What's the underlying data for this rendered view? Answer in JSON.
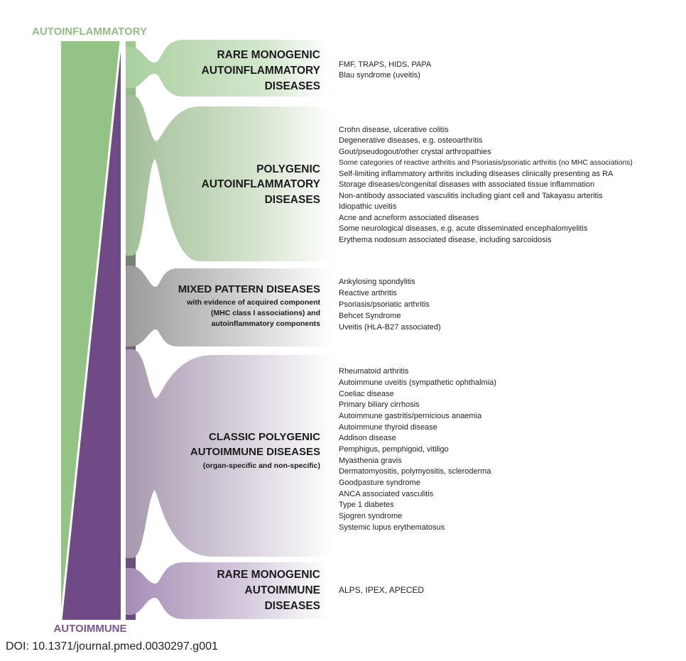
{
  "axis": {
    "top_label": "AUTOINFLAMMATORY",
    "bottom_label": "AUTOIMMUNE",
    "top_color": "#8fbf7f",
    "bottom_color": "#7a5590"
  },
  "categories": [
    {
      "id": "rare-monogenic-autoinflammatory",
      "title_lines": [
        "RARE MONOGENIC",
        "AUTOINFLAMMATORY",
        "DISEASES"
      ],
      "subtitle_lines": [],
      "color": "#a9cf9f",
      "items": [
        "FMF, TRAPS, HIDS, PAPA",
        "Blau syndrome (uveitis)"
      ]
    },
    {
      "id": "polygenic-autoinflammatory",
      "title_lines": [
        "POLYGENIC",
        "AUTOINFLAMMATORY",
        "DISEASES"
      ],
      "subtitle_lines": [],
      "color": "#b5cfaa",
      "items": [
        "Crohn disease, ulcerative colitis",
        "Degenerative diseases, e.g. osteoarthritis",
        "Gout/pseudogout/other crystal arthropathies",
        "Some categories of reactive arthritis and Psoriasis/psoriatic arthritis (no MHC associations)",
        "Self-limiting inflammatory arthritis including diseases clinically presenting as RA",
        "Storage diseases/congenital diseases with associated tissue inflammation",
        "Non-antibody associated vasculitis including giant cell and Takayasu arteritis",
        "Idiopathic uveitis",
        "Acne and acneform associated diseases",
        "Some neurological diseases, e.g. acute disseminated encephalomyelitis",
        "Erythema nodosum associated disease, including sarcoidosis"
      ]
    },
    {
      "id": "mixed-pattern",
      "title_lines": [
        "MIXED PATTERN DISEASES"
      ],
      "subtitle_lines": [
        "with evidence of acquired component",
        "(MHC class I associations) and",
        "autoinflammatory components"
      ],
      "color": "#b8b8b8",
      "items": [
        "Ankylosing spondylitis",
        "Reactive arthritis",
        "Psoriasis/psoriatic arthritis",
        "Behcet Syndrome",
        "Uveitis (HLA-B27 associated)"
      ]
    },
    {
      "id": "classic-polygenic-autoimmune",
      "title_lines": [
        "CLASSIC POLYGENIC",
        "AUTOIMMUNE DISEASES"
      ],
      "subtitle_lines": [
        "(organ-specific and non-specific)"
      ],
      "color": "#c2b6c9",
      "items": [
        "Rheumatoid arthritis",
        "Autoimmune uveitis (sympathetic ophthalmia)",
        "Coeliac disease",
        "Primary biliary cirrhosis",
        "Autoimmune gastritis/pernicious anaemia",
        "Autoimmune thyroid disease",
        "Addison disease",
        "Pemphigus, pemphigoid, vitiligo",
        "Myasthenia gravis",
        "Dermatomyositis, polymyositis, scleroderma",
        "Goodpasture syndrome",
        "ANCA associated vasculitis",
        "Type 1 diabetes",
        "Sjogren syndrome",
        "Systemic lupus erythematosus"
      ]
    },
    {
      "id": "rare-monogenic-autoimmune",
      "title_lines": [
        "RARE MONOGENIC",
        "AUTOIMMUNE",
        "DISEASES"
      ],
      "subtitle_lines": [],
      "color": "#b49ec2",
      "items": [
        "ALPS, IPEX, APECED"
      ]
    }
  ],
  "doi": "DOI: 10.1371/journal.pmed.0030297.g001"
}
